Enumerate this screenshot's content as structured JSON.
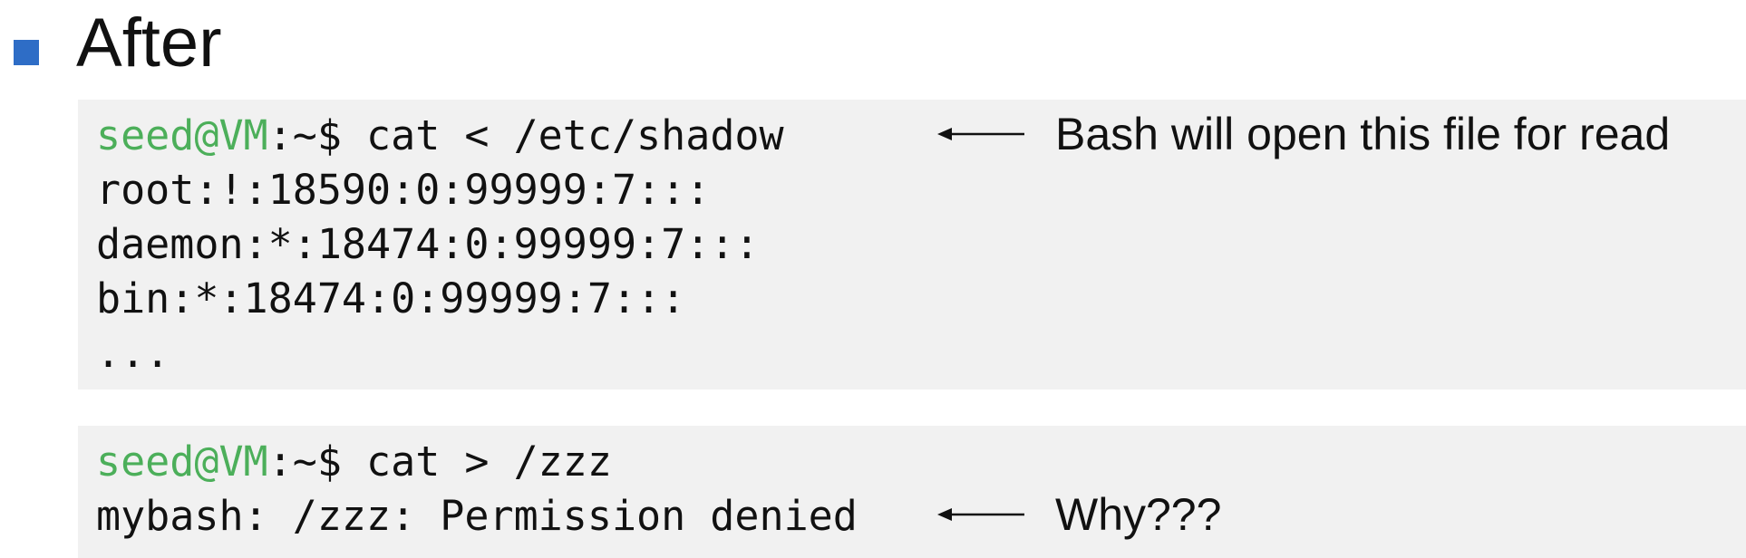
{
  "heading": "After",
  "colors": {
    "bullet": "#2e6dc6",
    "prompt_user": "#4caf5a",
    "terminal_background": "#f1f1f1"
  },
  "box1": {
    "prompt_user": "seed@VM",
    "prompt_rest": ":~$ cat < /etc/shadow",
    "output": [
      "root:!:18590:0:99999:7:::",
      "daemon:*:18474:0:99999:7:::",
      "bin:*:18474:0:99999:7:::",
      "..."
    ],
    "annotation": "Bash will open this file for read"
  },
  "box2": {
    "prompt_user": "seed@VM",
    "prompt_rest": ":~$ cat > /zzz",
    "output": [
      "mybash: /zzz: Permission denied"
    ],
    "annotation": "Why???"
  }
}
